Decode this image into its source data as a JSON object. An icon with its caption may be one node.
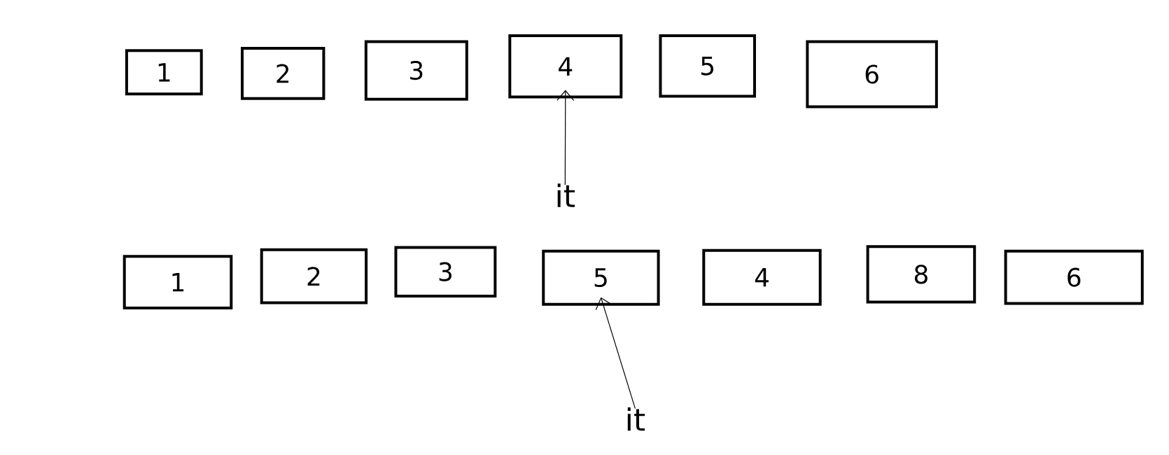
{
  "diagram": {
    "nodes": [
      {
        "text": [
          "1"
        ]
      },
      {
        "text": [
          "2"
        ]
      },
      {
        "text": [
          "3"
        ]
      },
      {
        "text": [
          "4"
        ]
      },
      {
        "text": [
          "5"
        ]
      },
      {
        "text": [
          "6"
        ]
      },
      {
        "text": [
          "1"
        ]
      },
      {
        "text": [
          "2"
        ]
      },
      {
        "text": [
          "3"
        ]
      },
      {
        "text": [
          "5"
        ]
      },
      {
        "text": [
          "4"
        ]
      },
      {
        "text": [
          "8"
        ]
      },
      {
        "text": [
          "6"
        ]
      },
      {
        "text": [
          "it"
        ]
      },
      {
        "text": [
          "it"
        ]
      }
    ],
    "edges": [
      {
        "from": 13,
        "to": 3,
        "arrow": "to"
      },
      {
        "from": 14,
        "to": 9,
        "arrow": "to"
      }
    ]
  }
}
